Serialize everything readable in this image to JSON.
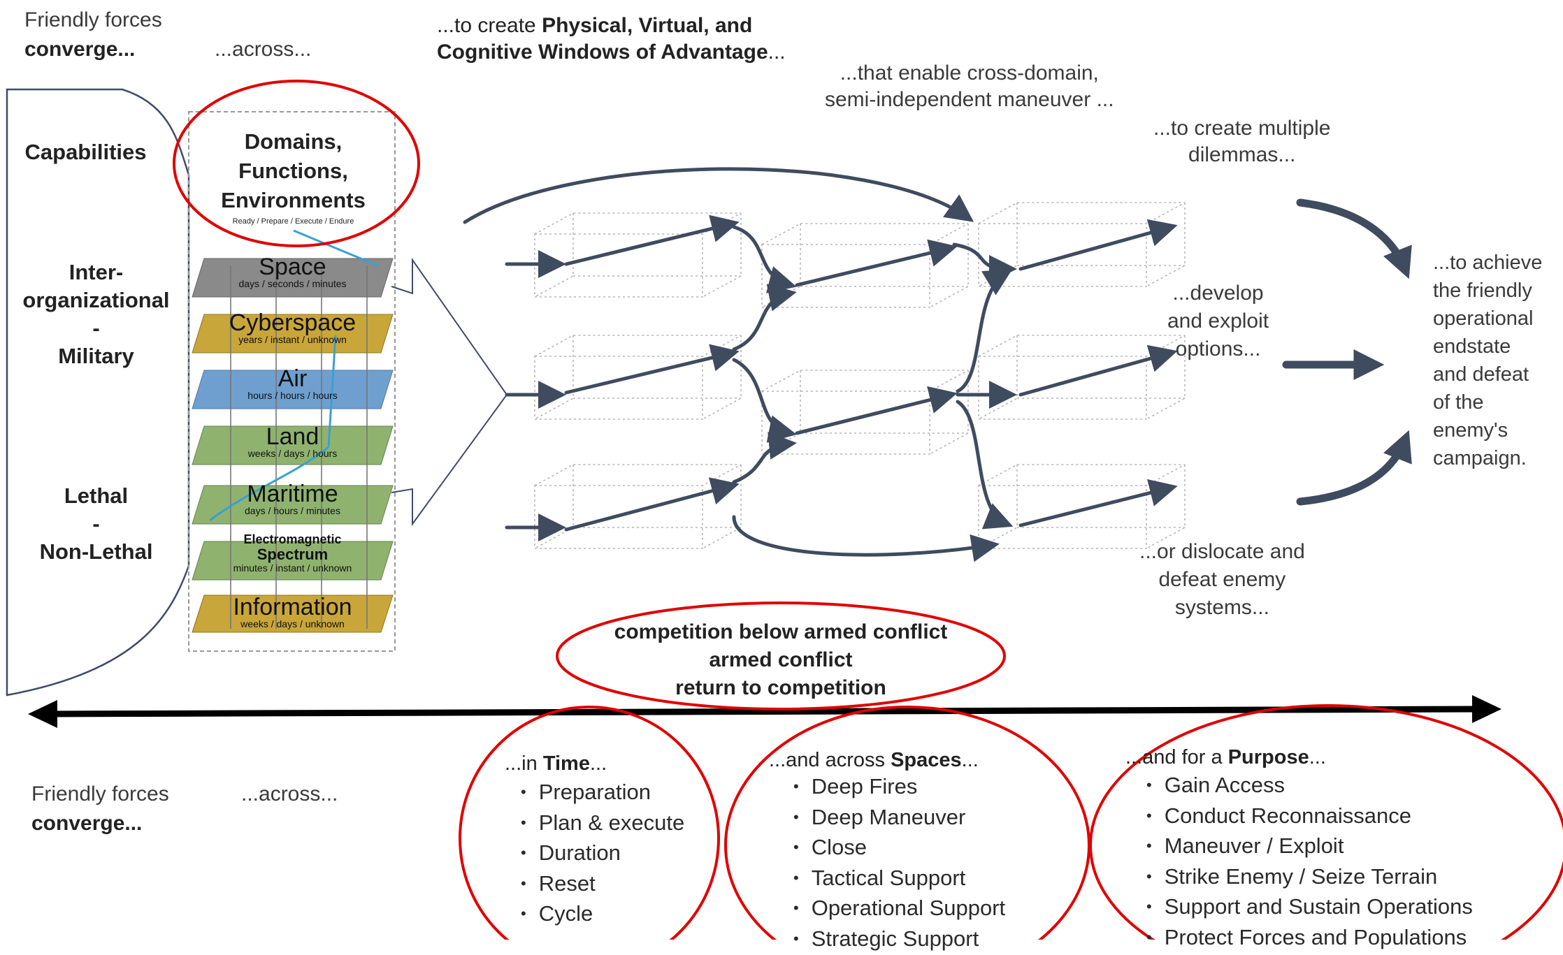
{
  "header": {
    "friendly_forces": "Friendly forces",
    "converge": "converge...",
    "across": "...across...",
    "to_create_prefix": "...to create ",
    "to_create_bold_1": "Physical, Virtual, and",
    "to_create_bold_2": "Cognitive Windows of Advantage",
    "to_create_suffix": "...",
    "enable_line1": "...that enable cross-domain,",
    "enable_line2": "semi-independent  maneuver  ...",
    "dilemmas_line1": "...to create multiple",
    "dilemmas_line2": "dilemmas..."
  },
  "left_panel": {
    "capabilities": "Capabilities",
    "inter_1": "Inter-",
    "inter_2": "organizational",
    "dash_1": "-",
    "military": "Military",
    "lethal": "Lethal",
    "dash_2": "-",
    "non_lethal": "Non-Lethal"
  },
  "domains_box": {
    "title_1": "Domains,",
    "title_2": "Functions,",
    "title_3": "Environments",
    "subtitle": "Ready / Prepare / Execute / Endure"
  },
  "layers": [
    {
      "name": "Space",
      "sub": "days / seconds / minutes",
      "color": "#8a8a8a"
    },
    {
      "name": "Cyberspace",
      "sub": "years / instant / unknown",
      "color": "#c9a63a"
    },
    {
      "name": "Air",
      "sub": "hours / hours / hours",
      "color": "#6f9fcf"
    },
    {
      "name": "Land",
      "sub": "weeks / days / hours",
      "color": "#8fb36f"
    },
    {
      "name": "Maritime",
      "sub": "days / hours / minutes",
      "color": "#8fb36f"
    },
    {
      "name": "Electromagnetic",
      "name2": "Spectrum",
      "sub": "minutes / instant / unknown",
      "color": "#8fb36f"
    },
    {
      "name": "Information",
      "sub": "weeks / days / unknown",
      "color": "#c9a63a"
    }
  ],
  "right_text": {
    "develop_1": "...develop",
    "develop_2": "and exploit",
    "develop_3": "options...",
    "achieve": [
      "...to achieve",
      "the friendly",
      "operational",
      "endstate",
      "and defeat",
      "of the",
      "enemy's",
      "campaign."
    ],
    "dislocate_1": "...or dislocate and",
    "dislocate_2": "defeat enemy",
    "dislocate_3": "systems..."
  },
  "competition": {
    "line1": "competition  below armed conflict",
    "line2": "armed conflict",
    "line3": "return to competition"
  },
  "bottom": {
    "friendly_forces": "Friendly forces",
    "converge": "converge...",
    "across": "...across...",
    "time_prefix": "...in ",
    "time_bold": "Time",
    "time_suffix": "...",
    "time_items": [
      "Preparation",
      "Plan & execute",
      "Duration",
      "Reset",
      "Cycle"
    ],
    "spaces_prefix": "...and across ",
    "spaces_bold": "Spaces",
    "spaces_suffix": "...",
    "spaces_items": [
      "Deep Fires",
      "Deep Maneuver",
      "Close",
      "Tactical Support",
      "Operational Support",
      "Strategic Support"
    ],
    "purpose_prefix": "...and for a ",
    "purpose_bold": "Purpose",
    "purpose_suffix": "...",
    "purpose_items": [
      "Gain Access",
      "Conduct  Reconnaissance",
      "Maneuver  / Exploit",
      "Strike Enemy / Seize Terrain",
      "Support and Sustain Operations",
      "Protect Forces and Populations"
    ]
  },
  "colors": {
    "highlight_circle": "#e00000",
    "arrow": "#3f4b5f",
    "timeline": "#000000"
  }
}
